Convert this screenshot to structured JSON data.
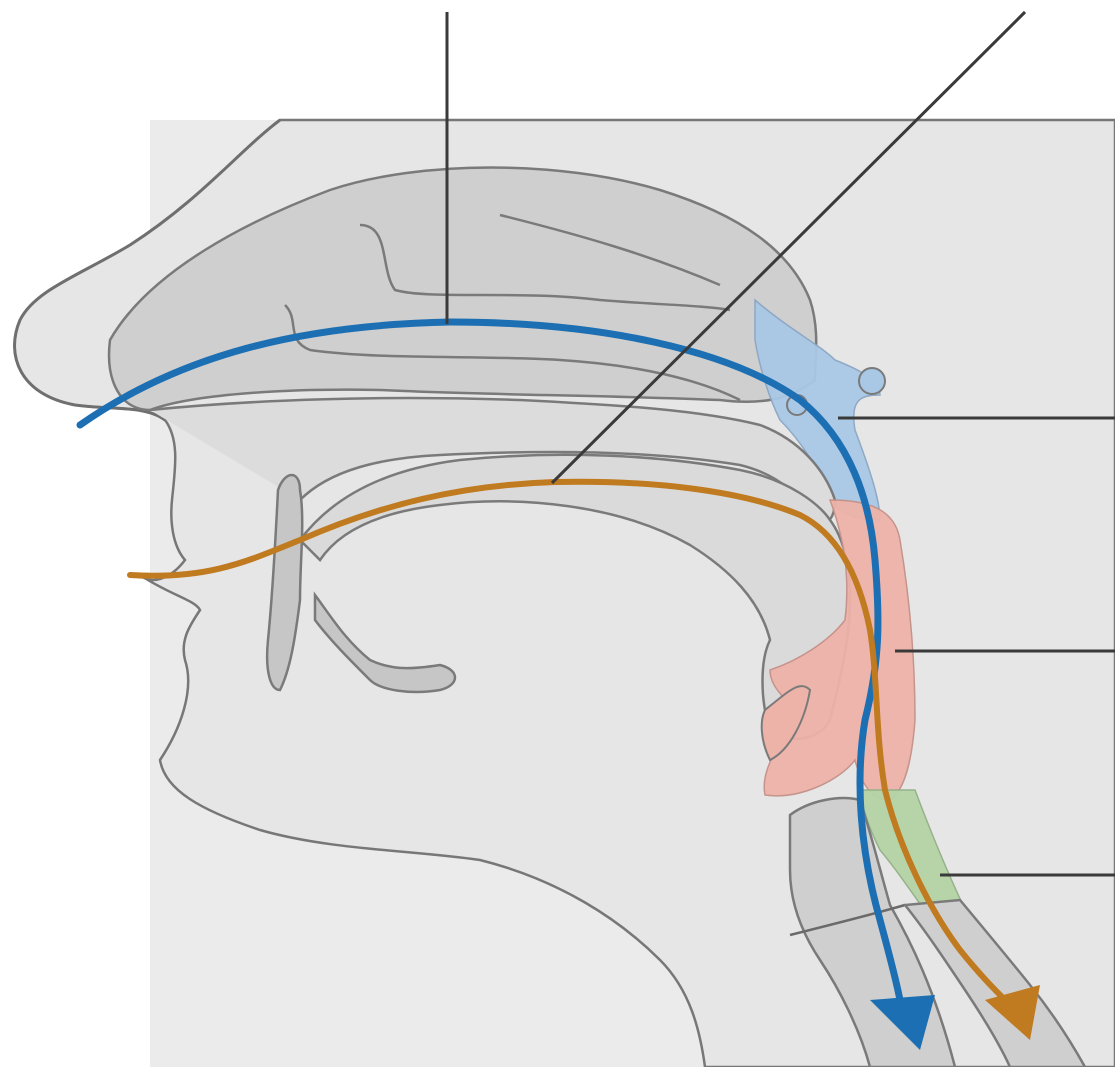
{
  "diagram": {
    "colors": {
      "background_panel": "#ebebeb",
      "face_outline": "#777777",
      "tissue_fill": "#c8c8c8",
      "tissue_fill_light": "#dcdcdc",
      "nasopharynx": "#a9c8e6",
      "oropharynx": "#eeb3a8",
      "laryngopharynx": "#b5d4a6",
      "airway_path": "#1d6fb3",
      "food_path": "#c07a1f",
      "leader_line": "#3a3a3a"
    },
    "label_pointers": [
      {
        "name": "nasal-cavity-pointer",
        "text": ""
      },
      {
        "name": "oral-cavity-pointer",
        "text": ""
      },
      {
        "name": "nasopharynx-pointer",
        "text": ""
      },
      {
        "name": "oropharynx-pointer",
        "text": ""
      },
      {
        "name": "laryngopharynx-pointer",
        "text": ""
      }
    ],
    "paths": [
      {
        "name": "air-path",
        "color_key": "airway_path"
      },
      {
        "name": "food-path",
        "color_key": "food_path"
      }
    ]
  }
}
